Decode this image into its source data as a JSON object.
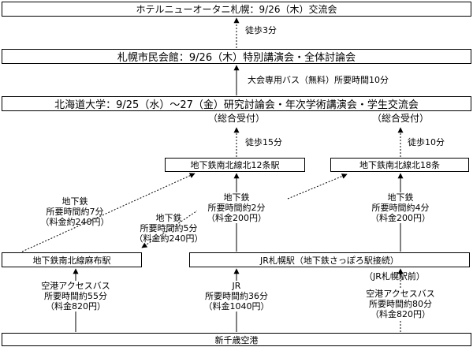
{
  "boxes": {
    "hotel": "ホテルニューオータニ札幌：9/26（木）交流会",
    "civic_hall": "札幌市民会館：9/26（木）特別講演会・全体討論会",
    "hokudai": "北海道大学：9/25（水）～27（金）研究討論会・年次学術講演会・学生交流会",
    "n12": "地下鉄南北線北12条駅",
    "n18": "地下鉄南北線北18条",
    "asabu": "地下鉄南北線麻布駅",
    "jr_sapporo": "JR札幌駅（地下鉄さっぽろ駅接続）",
    "airport": "新千歳空港"
  },
  "reception": [
    "（総合受付）",
    "（総合受付）"
  ],
  "jr_stop_note": "（JR札幌駅前）",
  "routes": {
    "civic_to_hotel": "徒歩3分",
    "hokudai_to_civic": "大会専用バス（無料）所要時間10分",
    "n12_to_hokudai": "徒歩15分",
    "n18_to_hokudai": "徒歩10分",
    "asabu_to_n12": [
      "地下鉄",
      "所要時間約7分",
      "（料金約240円）"
    ],
    "jr_to_asabu": [
      "地下鉄",
      "所要時間約5分",
      "（料金約240円）"
    ],
    "jr_to_n12": [
      "地下鉄",
      "所要時間約2分",
      "（料金200円）"
    ],
    "jr_to_n18": [
      "地下鉄",
      "所要時間約4分",
      "（料金200円）"
    ],
    "airport_to_asabu": [
      "空港アクセスバス",
      "所要時間約55分",
      "（料金820円）"
    ],
    "airport_to_jr": [
      "JR",
      "所要時間約36分",
      "（料金1040円）"
    ],
    "airport_to_jr_bus": [
      "空港アクセスバス",
      "所要時間約80分",
      "（料金820円）"
    ]
  }
}
